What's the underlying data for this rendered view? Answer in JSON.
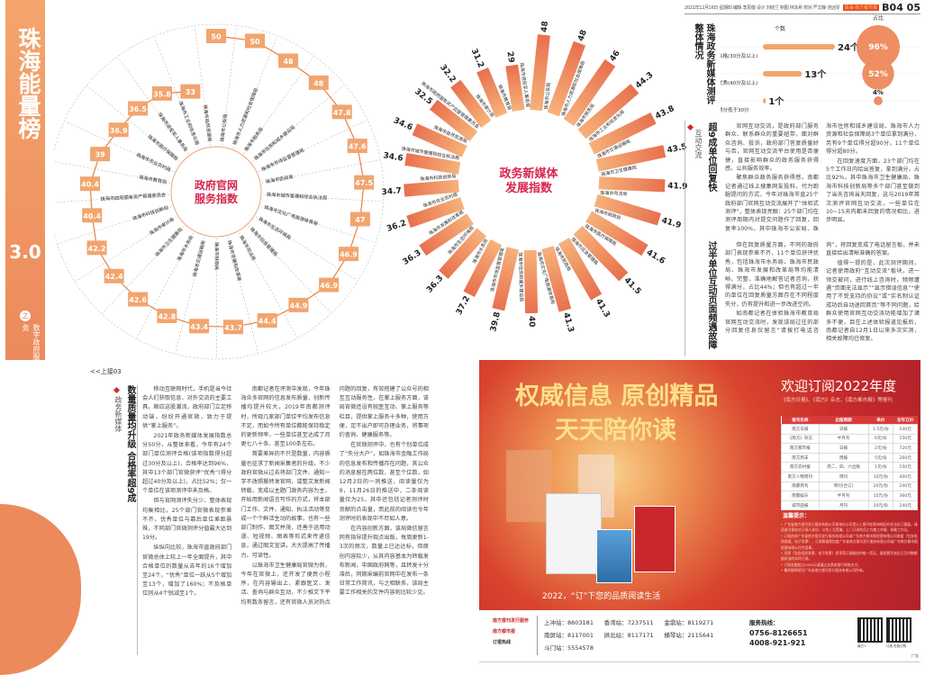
{
  "header": {
    "date": "2021年12月16日 星期四 编辑 李思蓓 设计 刘晓兰 制图 林泳希 校对 严文静 池远琴",
    "badge": "珠海·南方都市报",
    "page": "B04 05"
  },
  "band": {
    "title": "珠海能量榜",
    "version": "3.0",
    "zhi": "之",
    "subtitle": "数字政府服务"
  },
  "chart_data": [
    {
      "type": "radial-scatter",
      "title": "政府官网服务指数",
      "title_lines": [
        "政府官网",
        "服务指数"
      ],
      "categories": [
        "珠海市公安局",
        "珠海市人力资源和社会保障局",
        "珠海市税务局",
        "珠海市住房和城乡建设局",
        "珠海市市场监督管理局",
        "珠海市民政局",
        "珠海市城市管理和综合执法局",
        "珠海市文化广电旅游体育局",
        "珠海市生态环境局",
        "珠海市应急管理局",
        "珠海市司法局",
        "珠海市发展和改革局",
        "珠海市财政局",
        "珠海市交通运输局",
        "珠海市水务局",
        "珠海市卫生健康局",
        "珠海市审计局",
        "珠海市科技创新局",
        "珠海市政府国有资产管理委员会",
        "珠海市教育局",
        "珠海市农业农村局",
        "珠海市医疗保障局",
        "珠海市退役军人事务局",
        "珠海市工业和信息化局",
        "珠海市自然资源局"
      ],
      "values": [
        50,
        50,
        48,
        48,
        47.8,
        47.6,
        47.5,
        47,
        46.9,
        46.9,
        44.9,
        44.4,
        43.7,
        43.4,
        42.8,
        42.6,
        42.4,
        42.2,
        40.4,
        40.4,
        39,
        36.9,
        36.5,
        35.8,
        33
      ]
    },
    {
      "type": "radial-bar",
      "title": "政务新媒体发展指数",
      "title_lines": [
        "政务新媒体",
        "发展指数"
      ],
      "categories": [
        "珠海市公安局",
        "珠海市人力资源和社会保障局",
        "珠海市税务局",
        "珠海市工业和信息化局",
        "珠海市交通运输局",
        "珠海市卫生健康局",
        "珠海市司法局",
        "珠海市财政局",
        "珠海市医疗保障局",
        "珠海市应急管理局",
        "珠海市民政局",
        "珠海市文化广电旅游体育局",
        "珠海市住房和城乡建设局",
        "珠海市市场监督管理局",
        "珠海市水务局",
        "珠海市生态环境局",
        "珠海市发展和改革局",
        "珠海市农业农村局",
        "珠海市科技创新局",
        "珠海市城市管理和综合执法局",
        "珠海市自然资源局",
        "珠海市政府国有资产监督管理委员会",
        "珠海市审计局",
        "珠海市教育局",
        "珠海市退役军人事务局"
      ],
      "values": [
        48,
        48,
        46,
        44.3,
        43.8,
        43.5,
        41.9,
        41.9,
        41.6,
        41.5,
        41.3,
        41.3,
        40,
        39.8,
        37.2,
        36.3,
        36.3,
        36.2,
        34.7,
        34.6,
        34.6,
        32.5,
        32.2,
        31.2,
        29
      ]
    },
    {
      "type": "bar",
      "title": "珠海政务新媒体测评整体情况",
      "col_count": "个数",
      "col_ratio": "占比",
      "categories": [
        "合格(30分及以上)",
        "优秀(40分及以上)",
        "得分低于30分"
      ],
      "values": [
        24,
        13,
        1
      ],
      "value_labels": [
        "24个",
        "13个",
        "1个"
      ],
      "ratios": [
        96,
        52,
        4
      ],
      "ratio_labels": [
        "96%",
        "52%",
        "4%"
      ]
    }
  ],
  "article_left": {
    "jump": "<<上接03",
    "kicker": "政务新媒体",
    "headline": "数量质量均升级 合格率超9成",
    "paragraphs": [
      "移动互联网时代，手机是当今社会人们获取信息、对外交流的主要工具。顺应这股潮流，政府部门立足移动端，纷纷开通官微，致力于提供“掌上服务”。",
      "2021年政务新媒体发展指数总分50分，从整体来看，今年有24个部门单位测评合格(该项指数得分超过30分及以上)，合格率达到96%，其中13个部门官微获评“优秀”(得分超过40分及以上)，占比52%；仅一个单位在该项测评中未及格。",
      "但与官网测评失分少、整体表现均衡相比，25个部门官微表现参差不齐，优秀单位与靠后单位差距悬殊，不同部门官微测评分值最大达到19分。",
      "纵纵向比较，珠海市直政府部门官微总体上较上一年全面提升，其中合格单位的数量从去年的16个增加至24个，“优秀”单位一跃从5个增加至13个，增加了160%；不及格单位则从4个锐减至1个。",
      "南都记者在评测中发现，今年珠海众多官网的信息发布质量、创新传播均提升较大，2019年南都测评时，所观几家部门单位平均发布信息不足，而如今所有单位都能保持稳定的更新频率，一些单位甚至达成了月更七八十条、甚至100条左右。",
      "首要差异的不只是数量，内容质量也征求了新闻采集者的升级，不少政府官微从过去将部门文件、通知一字不改照搬转发官网，或整文发新闻转载，变成以主题门政务内容为主，开始用新闻语言写作的方式，将本部门工作、文件、通知、执法活动等变成一个个鲜活生动的故事，也有一些部门制作、图文并茂，还善于运用动漫、短视频、图表等形式来传递信息，通过图文宣讲，大大提高了传播力、可读性。",
      "以珠海市卫生健康局官微为例，今年在官微上，还开发了便民小程序，在内容输出上，紧跟医文、发活、查询与群众互动，不少推文下平均有数条留言，还有官微人员对热点问题的回复，有效搭建了公众号的相互互动服务性，在掌上服务方面，该局官微还设有就医互动、掌上服务等栏目，提供掌上服务十多种，使用方便，足不出户即可办理业务，将事项约查询、健康服务等。",
      "在官微测评中，也有个别单位成了“失分大户”，如珠海市金融工作局的信息发布和传播存在问题，其公众的消息留在两位数，甚至个位数，如12月2日的一则推送，阅读量仅为9，11月26日的推送中，二条阅读量仅为25，其中还包括记者测评时贡献的点击量，而此前的阅读也令年测评时的表现中不尽如人意。",
      "在内容创新方面，该局微信留言同有指导提升观点出版，每周更新1-3次的频次，数量上已达达标，但原创内容较少，从其内容基本为转载发布新闻，中国政府网等，且转发十分滞后，同期采编前官网中在发布一条日常工作简讯，与之相联系，该局主要工作相关的文件内容则比较少见。"
    ]
  },
  "article_right_1": {
    "kicker": "互动交流",
    "headline": "超9成单位回复快",
    "paragraphs": [
      "官网互动交流，是政府部门服务群众、联系群众的重要纽带，面对群众咨询、投诉，政府部门答复质量好与否，官网互动交流平台使用是否便捷，直接影响群众的政务服务获得感，公共服务效率。",
      "聚焦群众政务服务获得感，南都记者通过线上搜集网友投料，代为跑腿提问的方式，今年对珠海市直25个政府部门官网互动交流展开了“体验式测评”，整体表现亮眼：25个部门均在测评周期内对提交问题作了回复，回复率100%，其中珠海市公安局、珠海市住房和城乡建设局、珠海市人力资源和社会保障局3个单位拿到满分，另有9个单位得分超90分，11个单位得分超80分。",
      "在回复速度方面，23个部门均在5个工作日内给出答复，拿到满分，占比92%，其中珠海市卫生健康局、珠海市科技创新局等多个部门甚至做到了当天咨询当天回复，这与2019年首次测评官网互动交流，一些单位在10~15天内都未回复的情况相比，进步明显。"
    ]
  },
  "article_right_2": {
    "headline": "过半单位互动页面频遇故障",
    "paragraphs": [
      "但在回复质量方面，不同的政府部门表现参差不齐，11个单位获评优秀，包括珠海市水务局、珠海市民政局、珠海市发展和改革局等均能清晰、完整、准确地解答记者咨询，获得满分，占比44%；但也有超过一半的单位在回复质量方面存在不同程度失分，仍有提升和进一步改进空间。",
      "如南都记者在体验珠海市教育局官网互动交流时，发现该局过往的部分回复信息仅留言“请拨打电话咨询”，将回复变成了电话留言板，并未直接给出清晰准确的答案。",
      "值得一提的是，此次测评期间，记者使用政府“互动交流”板块，进一领交被问，进行线上咨询时，频频遭遇“页面无法显示”“显示错误信息”“使用了不受支持的协议”或“实名制认证成功后自动退回首页”等不同问题，给群众使用官网互动交流功能增加了诸多不便，目在上述体验报道见报后，南都记者自12月1日以来多次实测，相关故障均已修复。"
    ]
  },
  "ad": {
    "slogan1": "权威信息 原创精品",
    "slogan2": "天天陪你读",
    "tagline": "2022，“订”下您的品质阅读生活",
    "welcome": "欢迎订阅2022年度",
    "welcome_sub": "《南方日报》、《南方》杂志、《南方都市报》等报刊",
    "table_headers": [
      "报刊名称",
      "出版周期",
      "单价",
      "全年订价"
    ],
    "table_rows": [
      [
        "南方日报",
        "日报",
        "1.5元/份",
        "540元"
      ],
      [
        "《南方》杂志",
        "半月刊",
        "6元/份",
        "150元"
      ],
      [
        "南方都市报",
        "日报",
        "2元/份",
        "720元"
      ],
      [
        "南方周末",
        "周报",
        "5元/份",
        "260元"
      ],
      [
        "南方农村报",
        "周二、四、六出版",
        "1元/份",
        "150元"
      ],
      [
        "南方人物周刊",
        "周刊",
        "10元/份",
        "400元"
      ],
      [
        "南都周刊",
        "周刊(合订)",
        "20元/份",
        "240元"
      ],
      [
        "南都娱乐",
        "半月刊",
        "15元/份",
        "360元"
      ],
      [
        "城市画报",
        "月刊",
        "20元/份",
        "240元"
      ]
    ],
    "tips_title": "温馨提示：",
    "tips": [
      "广东省南方报刊发行服务有限公司珠海分公司是以上报刊在珠海地区的合法征订渠道，请读者注意核对订阅人身份，以免上当受骗。上门订阅的员工均着工作服、佩戴工作证。",
      "订阅热线广东省南方报刊发行服务有限公司或广东南方都市报经营有限公司收据（包含纸质收据、电子发票），订阅票据需加盖广东省南方报刊发行服务有限公司或广东南方都市报经营有限公司专用章。",
      "发票（包含纸质发票、电子发票）是享受订阅服务的唯一凭证，报纸费开始后日日均数额据核准的实时订阅。",
      "订阅金额超过1000元请通过支票或银行转账支付。",
      "最终解释权归广东省南方报刊发行服务有限公司所有。"
    ],
    "foot_logos": [
      "南方报刊发行服务",
      "南方都市报",
      "订报热线"
    ],
    "stations": [
      "上冲站：8603181",
      "香湾站：7237511",
      "金鼎站：8119271",
      "南屏站：8117001",
      "拱北站：8117171",
      "横琴站：2115641",
      "斗门站：5554578"
    ],
    "hotline_label": "服务热线：",
    "hotlines": [
      "0756-8126651",
      "4008-921-921"
    ],
    "qr_labels": [
      "南方+",
      "订阅 在线订购"
    ],
    "ad_mark": "广告"
  }
}
